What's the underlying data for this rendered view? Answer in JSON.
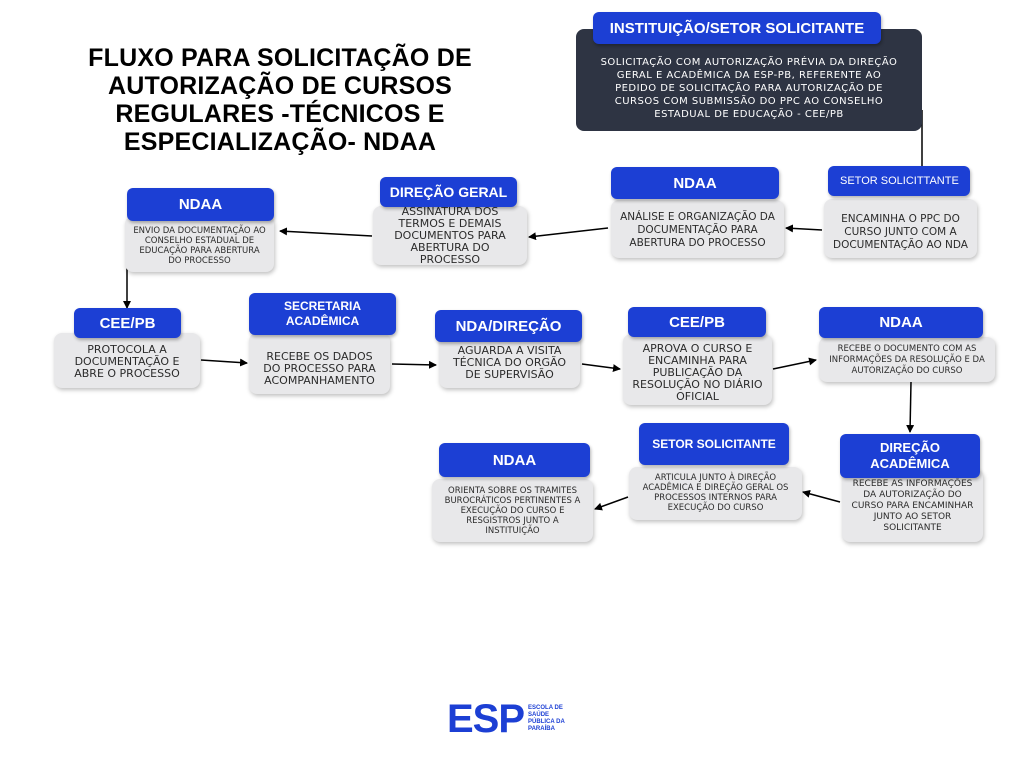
{
  "title": "FLUXO PARA SOLICITAÇÃO DE AUTORIZAÇÃO DE CURSOS REGULARES -TÉCNICOS E ESPECIALIZAÇÃO- NDAA",
  "steps": {
    "s1": {
      "header": "INSTITUIÇÃO/SETOR SOLICITANTE",
      "text": "SOLICITAÇÃO COM AUTORIZAÇÃO PRÉVIA DA DIREÇÃO GERAL E ACADÊMICA DA ESP-PB, REFERENTE AO PEDIDO DE SOLICITAÇÃO PARA AUTORIZAÇÃO DE CURSOS COM SUBMISSÃO DO PPC AO CONSELHO ESTADUAL DE EDUCAÇÃO - CEE/PB"
    },
    "s2": {
      "header": "SETOR SOLICITTANTE",
      "text": "ENCAMINHA O PPC DO CURSO JUNTO COM A DOCUMENTAÇÃO AO NDA"
    },
    "s3": {
      "header": "NDAA",
      "text": "ANÁLISE E ORGANIZAÇÃO DA DOCUMENTAÇÃO PARA ABERTURA DO PROCESSO"
    },
    "s4": {
      "header": "DIREÇÃO GERAL",
      "text": "ASSINATURA DOS TERMOS E DEMAIS DOCUMENTOS PARA ABERTURA DO PROCESSO"
    },
    "s5": {
      "header": "NDAA",
      "text": "ENVIO DA DOCUMENTAÇÃO AO CONSELHO ESTADUAL DE EDUCAÇÃO PARA ABERTURA DO PROCESSO"
    },
    "s6": {
      "header": "CEE/PB",
      "text": "PROTOCOLA A DOCUMENTAÇÃO E ABRE O PROCESSO"
    },
    "s7": {
      "header": "SECRETARIA ACADÊMICA",
      "text": "RECEBE OS DADOS DO PROCESSO PARA ACOMPANHAMENTO"
    },
    "s8": {
      "header": "NDA/DIREÇÃO",
      "text": "AGUARDA A VISITA TÉCNICA DO ORGÃO DE SUPERVISÃO"
    },
    "s9": {
      "header": "CEE/PB",
      "text": "APROVA O CURSO E ENCAMINHA PARA PUBLICAÇÃO DA RESOLUÇÃO NO DIÁRIO OFICIAL"
    },
    "s10": {
      "header": "NDAA",
      "text": "RECEBE O DOCUMENTO COM AS INFORMAÇÕES DA RESOLUÇÃO E DA AUTORIZAÇÃO DO CURSO"
    },
    "s11": {
      "header": "DIREÇÃO ACADÊMICA",
      "text": "RECEBE AS INFORMAÇÕES DA AUTORIZAÇÃO DO CURSO PARA ENCAMINHAR JUNTO AO SETOR SOLICITANTE"
    },
    "s12": {
      "header": "SETOR SOLICITANTE",
      "text": "ARTICULA JUNTO À DIREÇÃO ACADÊMICA E DIREÇÃO GERAL OS PROCESSOS INTERNOS PARA EXECUÇÃO DO CURSO"
    },
    "s13": {
      "header": "NDAA",
      "text": "ORIENTA SOBRE OS TRAMITES BUROCRÁTICOS PERTINENTES A EXECUÇÃO DO CURSO E RESGISTROS JUNTO A INSTITUIÇÃO"
    }
  },
  "logo": {
    "mark": "ESP",
    "text": "ESCOLA DE SAÚDE PÚBLICA DA PARAÍBA"
  },
  "colors": {
    "header_blue": "#1c3fd4",
    "dark_box": "#2e3443",
    "card_gray": "#e8e8ea"
  }
}
